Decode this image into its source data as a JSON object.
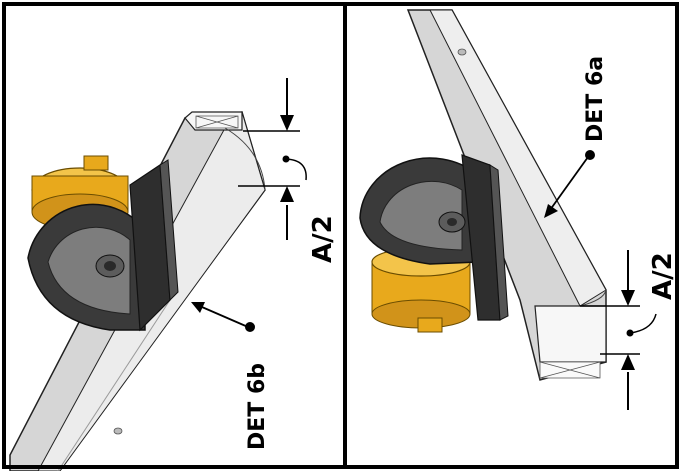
{
  "panels": {
    "left": {
      "detail_label": "DET 6b",
      "dimension_label": "A/2"
    },
    "right": {
      "detail_label": "DET 6a",
      "dimension_label": "A/2"
    }
  },
  "colors": {
    "frame": "#000000",
    "rail_light": "#f2f2f2",
    "rail_mid": "#c9c9c9",
    "rail_dark": "#8a8a8a",
    "bracket_dark": "#3a3a3a",
    "bracket_mid": "#5c5c5c",
    "disc_gray": "#7d7d7d",
    "spool_yellow": "#e8a91c",
    "spool_light": "#f3c44a"
  }
}
